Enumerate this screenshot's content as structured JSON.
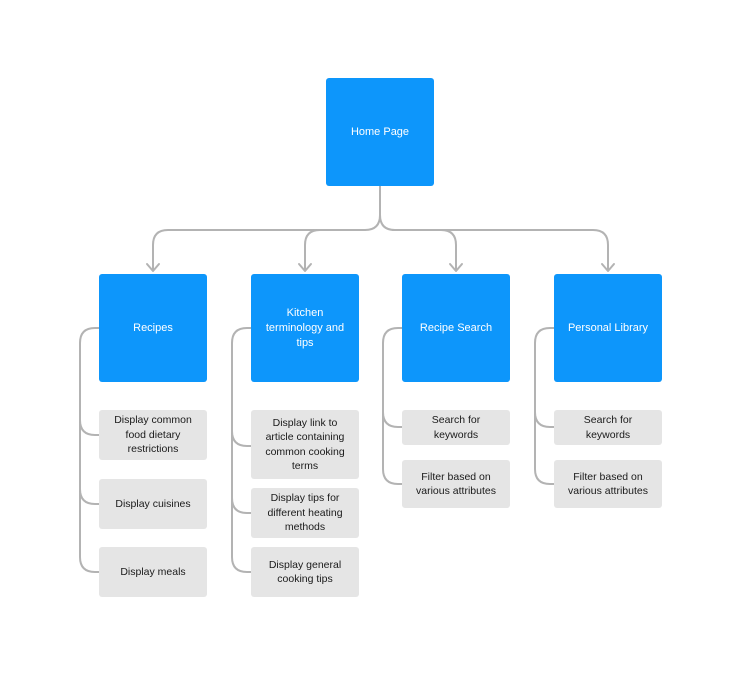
{
  "colors": {
    "primary_node": "#0d96fb",
    "secondary_node": "#e5e5e5",
    "connector": "#b3b3b3"
  },
  "root": {
    "label": "Home Page"
  },
  "categories": [
    {
      "label": "Recipes",
      "items": [
        "Display common\nfood dietary\nrestrictions",
        "Display cuisines",
        "Display meals"
      ]
    },
    {
      "label": "Kitchen\nterminology and\ntips",
      "items": [
        "Display link to\narticle containing\ncommon cooking\nterms",
        "Display tips for\ndifferent heating\nmethods",
        "Display general\ncooking tips"
      ]
    },
    {
      "label": "Recipe Search",
      "items": [
        "Search for\nkeywords",
        "Filter based on\nvarious attributes"
      ]
    },
    {
      "label": "Personal Library",
      "items": [
        "Search for\nkeywords",
        "Filter based on\nvarious attributes"
      ]
    }
  ]
}
